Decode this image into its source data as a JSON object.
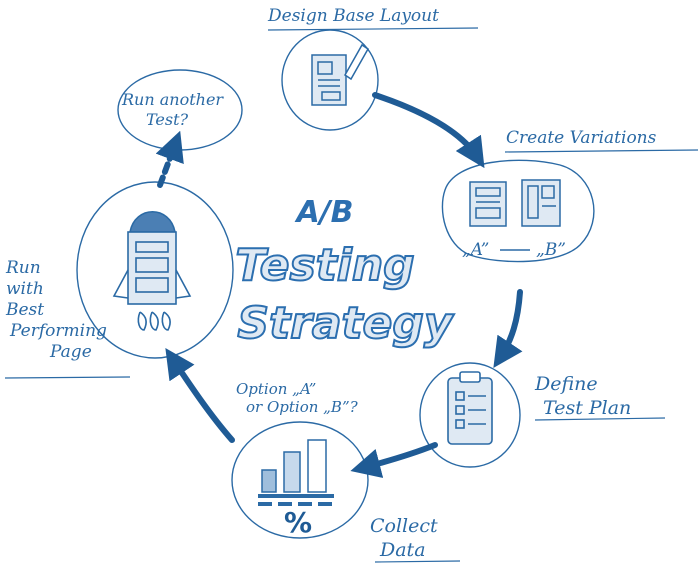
{
  "title": {
    "line1": "A/B",
    "line2": "Testing",
    "line3": "Strategy"
  },
  "steps": {
    "design": "Design Base Layout",
    "variations": "Create Variations",
    "variation_a": "„A”",
    "variation_b": "„B”",
    "plan_line1": "Define",
    "plan_line2": "Test Plan",
    "data_line1": "Collect",
    "data_line2": "Data",
    "option_line1": "Option „A”",
    "option_line2": "or Option „B”?",
    "percent": "%",
    "run_line1": "Run",
    "run_line2": "with",
    "run_line3": "Best",
    "run_line4": "Performing",
    "run_line5": "Page",
    "another_line1": "Run another",
    "another_line2": "Test?"
  },
  "colors": {
    "ink": "#2b6aa5",
    "arrow": "#1f5b95",
    "fill": "#dfe9f3"
  }
}
